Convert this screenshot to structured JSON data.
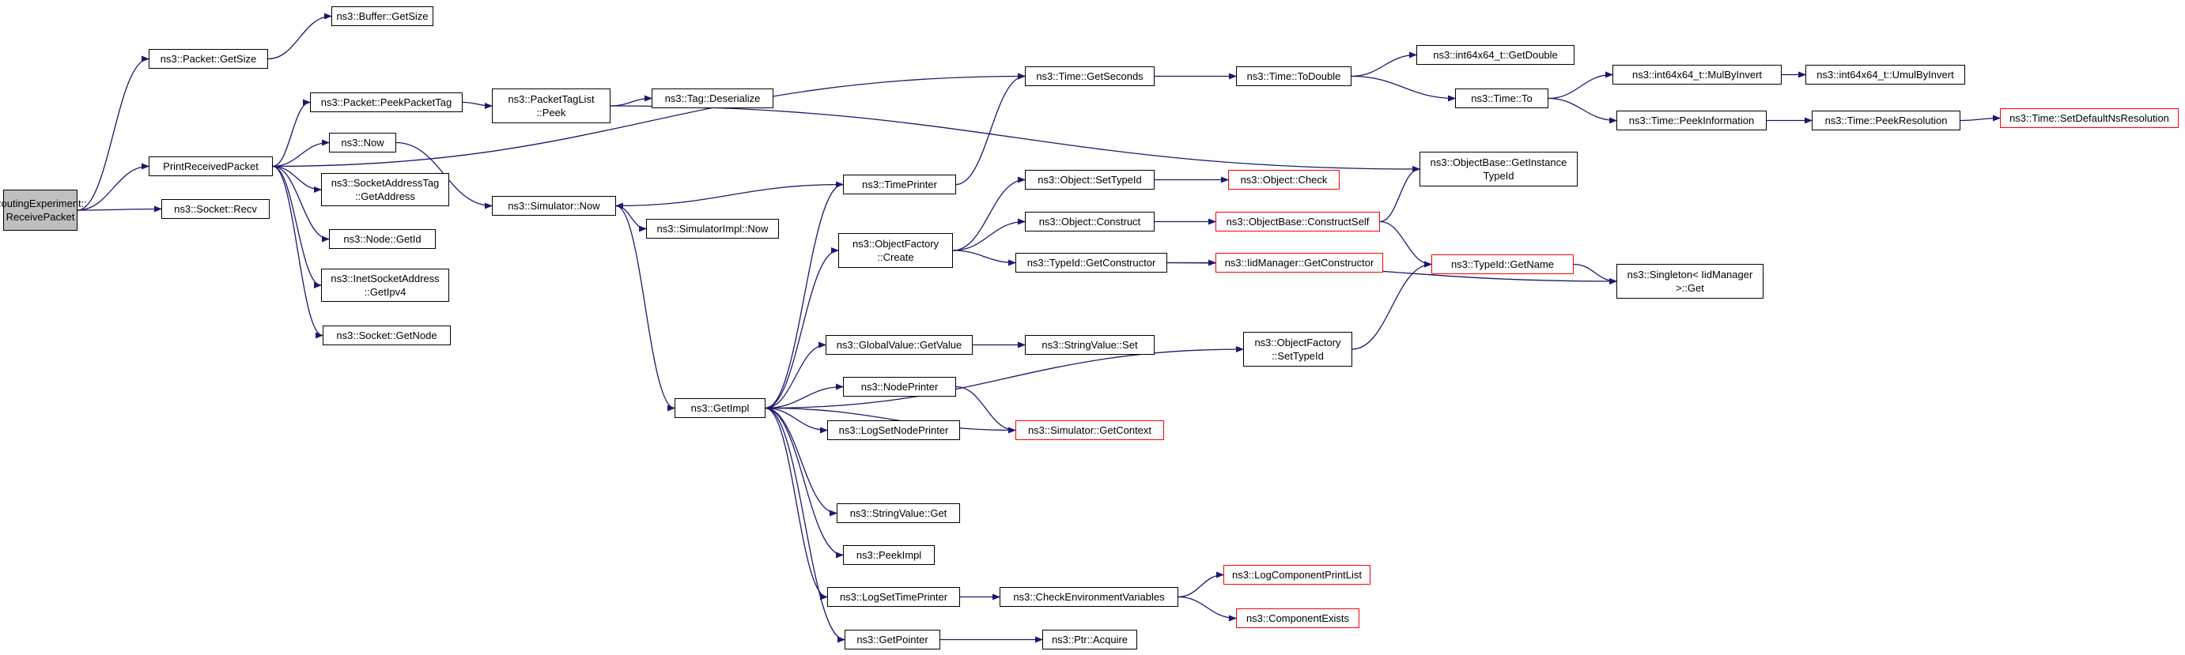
{
  "colors": {
    "edge": "#191970",
    "border": "#000000",
    "truncated_border": "#ff0000",
    "root_fill": "#bfbfbf",
    "fill": "#ffffff"
  },
  "nodes": [
    {
      "id": "n0",
      "lines": [
        "RoutingExperiment::",
        "ReceivePacket"
      ],
      "root": true
    },
    {
      "id": "n1",
      "lines": [
        "PrintReceivedPacket"
      ]
    },
    {
      "id": "n2",
      "lines": [
        "ns3::Socket::Recv"
      ]
    },
    {
      "id": "n3",
      "lines": [
        "ns3::Packet::GetSize"
      ]
    },
    {
      "id": "n4",
      "lines": [
        "ns3::Buffer::GetSize"
      ]
    },
    {
      "id": "n5",
      "lines": [
        "ns3::Packet::PeekPacketTag"
      ]
    },
    {
      "id": "n6",
      "lines": [
        "ns3::PacketTagList",
        "::Peek"
      ]
    },
    {
      "id": "n7",
      "lines": [
        "ns3::Tag::Deserialize"
      ]
    },
    {
      "id": "n8",
      "lines": [
        "ns3::Now"
      ]
    },
    {
      "id": "n9",
      "lines": [
        "ns3::SocketAddressTag",
        "::GetAddress"
      ]
    },
    {
      "id": "n10",
      "lines": [
        "ns3::Node::GetId"
      ]
    },
    {
      "id": "n11",
      "lines": [
        "ns3::InetSocketAddress",
        "::GetIpv4"
      ]
    },
    {
      "id": "n12",
      "lines": [
        "ns3::Socket::GetNode"
      ]
    },
    {
      "id": "n13",
      "lines": [
        "ns3::Simulator::Now"
      ]
    },
    {
      "id": "n14",
      "lines": [
        "ns3::SimulatorImpl::Now"
      ]
    },
    {
      "id": "n15",
      "lines": [
        "ns3::GetImpl"
      ]
    },
    {
      "id": "n16",
      "lines": [
        "ns3::TimePrinter"
      ]
    },
    {
      "id": "n17",
      "lines": [
        "ns3::ObjectFactory",
        "::Create"
      ]
    },
    {
      "id": "n18",
      "lines": [
        "ns3::GlobalValue::GetValue"
      ]
    },
    {
      "id": "n19",
      "lines": [
        "ns3::NodePrinter"
      ]
    },
    {
      "id": "n20",
      "lines": [
        "ns3::LogSetNodePrinter"
      ]
    },
    {
      "id": "n21",
      "lines": [
        "ns3::StringValue::Get"
      ]
    },
    {
      "id": "n22",
      "lines": [
        "ns3::PeekImpl"
      ]
    },
    {
      "id": "n23",
      "lines": [
        "ns3::LogSetTimePrinter"
      ]
    },
    {
      "id": "n24",
      "lines": [
        "ns3::GetPointer"
      ]
    },
    {
      "id": "n25",
      "lines": [
        "ns3::Time::GetSeconds"
      ]
    },
    {
      "id": "n26",
      "lines": [
        "ns3::Object::SetTypeId"
      ]
    },
    {
      "id": "n27",
      "lines": [
        "ns3::Object::Construct"
      ]
    },
    {
      "id": "n28",
      "lines": [
        "ns3::TypeId::GetConstructor"
      ]
    },
    {
      "id": "n29",
      "lines": [
        "ns3::StringValue::Set"
      ]
    },
    {
      "id": "n30",
      "lines": [
        "ns3::Simulator::GetContext"
      ],
      "truncated": true
    },
    {
      "id": "n31",
      "lines": [
        "ns3::CheckEnvironmentVariables"
      ]
    },
    {
      "id": "n32",
      "lines": [
        "ns3::Ptr::Acquire"
      ]
    },
    {
      "id": "n33",
      "lines": [
        "ns3::Time::ToDouble"
      ]
    },
    {
      "id": "n34",
      "lines": [
        "ns3::Object::Check"
      ],
      "truncated": true
    },
    {
      "id": "n35",
      "lines": [
        "ns3::ObjectBase::ConstructSelf"
      ],
      "truncated": true
    },
    {
      "id": "n36",
      "lines": [
        "ns3::IidManager::GetConstructor"
      ],
      "truncated": true
    },
    {
      "id": "n37",
      "lines": [
        "ns3::ObjectFactory",
        "::SetTypeId"
      ]
    },
    {
      "id": "n38",
      "lines": [
        "ns3::LogComponentPrintList"
      ],
      "truncated": true
    },
    {
      "id": "n39",
      "lines": [
        "ns3::ComponentExists"
      ],
      "truncated": true
    },
    {
      "id": "n40",
      "lines": [
        "ns3::int64x64_t::GetDouble"
      ]
    },
    {
      "id": "n41",
      "lines": [
        "ns3::Time::To"
      ]
    },
    {
      "id": "n42",
      "lines": [
        "ns3::ObjectBase::GetInstance",
        "TypeId"
      ]
    },
    {
      "id": "n43",
      "lines": [
        "ns3::TypeId::GetName"
      ],
      "truncated": true
    },
    {
      "id": "n44",
      "lines": [
        "ns3::Singleton< IidManager",
        ">::Get"
      ]
    },
    {
      "id": "n45",
      "lines": [
        "ns3::int64x64_t::MulByInvert"
      ]
    },
    {
      "id": "n46",
      "lines": [
        "ns3::Time::PeekInformation"
      ]
    },
    {
      "id": "n47",
      "lines": [
        "ns3::int64x64_t::UmulByInvert"
      ]
    },
    {
      "id": "n48",
      "lines": [
        "ns3::Time::PeekResolution"
      ]
    },
    {
      "id": "n49",
      "lines": [
        "ns3::Time::SetDefaultNsResolution"
      ],
      "truncated": true
    }
  ],
  "edges": [
    [
      "n0",
      "n1"
    ],
    [
      "n0",
      "n3"
    ],
    [
      "n0",
      "n2"
    ],
    [
      "n3",
      "n4"
    ],
    [
      "n1",
      "n25"
    ],
    [
      "n1",
      "n5"
    ],
    [
      "n1",
      "n8"
    ],
    [
      "n1",
      "n9"
    ],
    [
      "n1",
      "n10"
    ],
    [
      "n1",
      "n11"
    ],
    [
      "n1",
      "n12"
    ],
    [
      "n5",
      "n6"
    ],
    [
      "n6",
      "n7"
    ],
    [
      "n6",
      "n42"
    ],
    [
      "n8",
      "n13"
    ],
    [
      "n13",
      "n14"
    ],
    [
      "n13",
      "n15"
    ],
    [
      "n16",
      "n13"
    ],
    [
      "n16",
      "n25"
    ],
    [
      "n15",
      "n16"
    ],
    [
      "n15",
      "n17"
    ],
    [
      "n15",
      "n18"
    ],
    [
      "n15",
      "n19"
    ],
    [
      "n15",
      "n20"
    ],
    [
      "n15",
      "n21"
    ],
    [
      "n15",
      "n22"
    ],
    [
      "n15",
      "n23"
    ],
    [
      "n15",
      "n24"
    ],
    [
      "n15",
      "n37"
    ],
    [
      "n30",
      "n15"
    ],
    [
      "n17",
      "n26"
    ],
    [
      "n17",
      "n27"
    ],
    [
      "n17",
      "n28"
    ],
    [
      "n18",
      "n29"
    ],
    [
      "n19",
      "n30"
    ],
    [
      "n23",
      "n31"
    ],
    [
      "n24",
      "n32"
    ],
    [
      "n26",
      "n34"
    ],
    [
      "n27",
      "n35"
    ],
    [
      "n28",
      "n36"
    ],
    [
      "n28",
      "n44"
    ],
    [
      "n35",
      "n42"
    ],
    [
      "n35",
      "n43"
    ],
    [
      "n37",
      "n43"
    ],
    [
      "n43",
      "n44"
    ],
    [
      "n31",
      "n38"
    ],
    [
      "n31",
      "n39"
    ],
    [
      "n25",
      "n33"
    ],
    [
      "n33",
      "n40"
    ],
    [
      "n33",
      "n41"
    ],
    [
      "n41",
      "n45"
    ],
    [
      "n41",
      "n46"
    ],
    [
      "n45",
      "n47"
    ],
    [
      "n46",
      "n48"
    ],
    [
      "n48",
      "n49"
    ]
  ]
}
